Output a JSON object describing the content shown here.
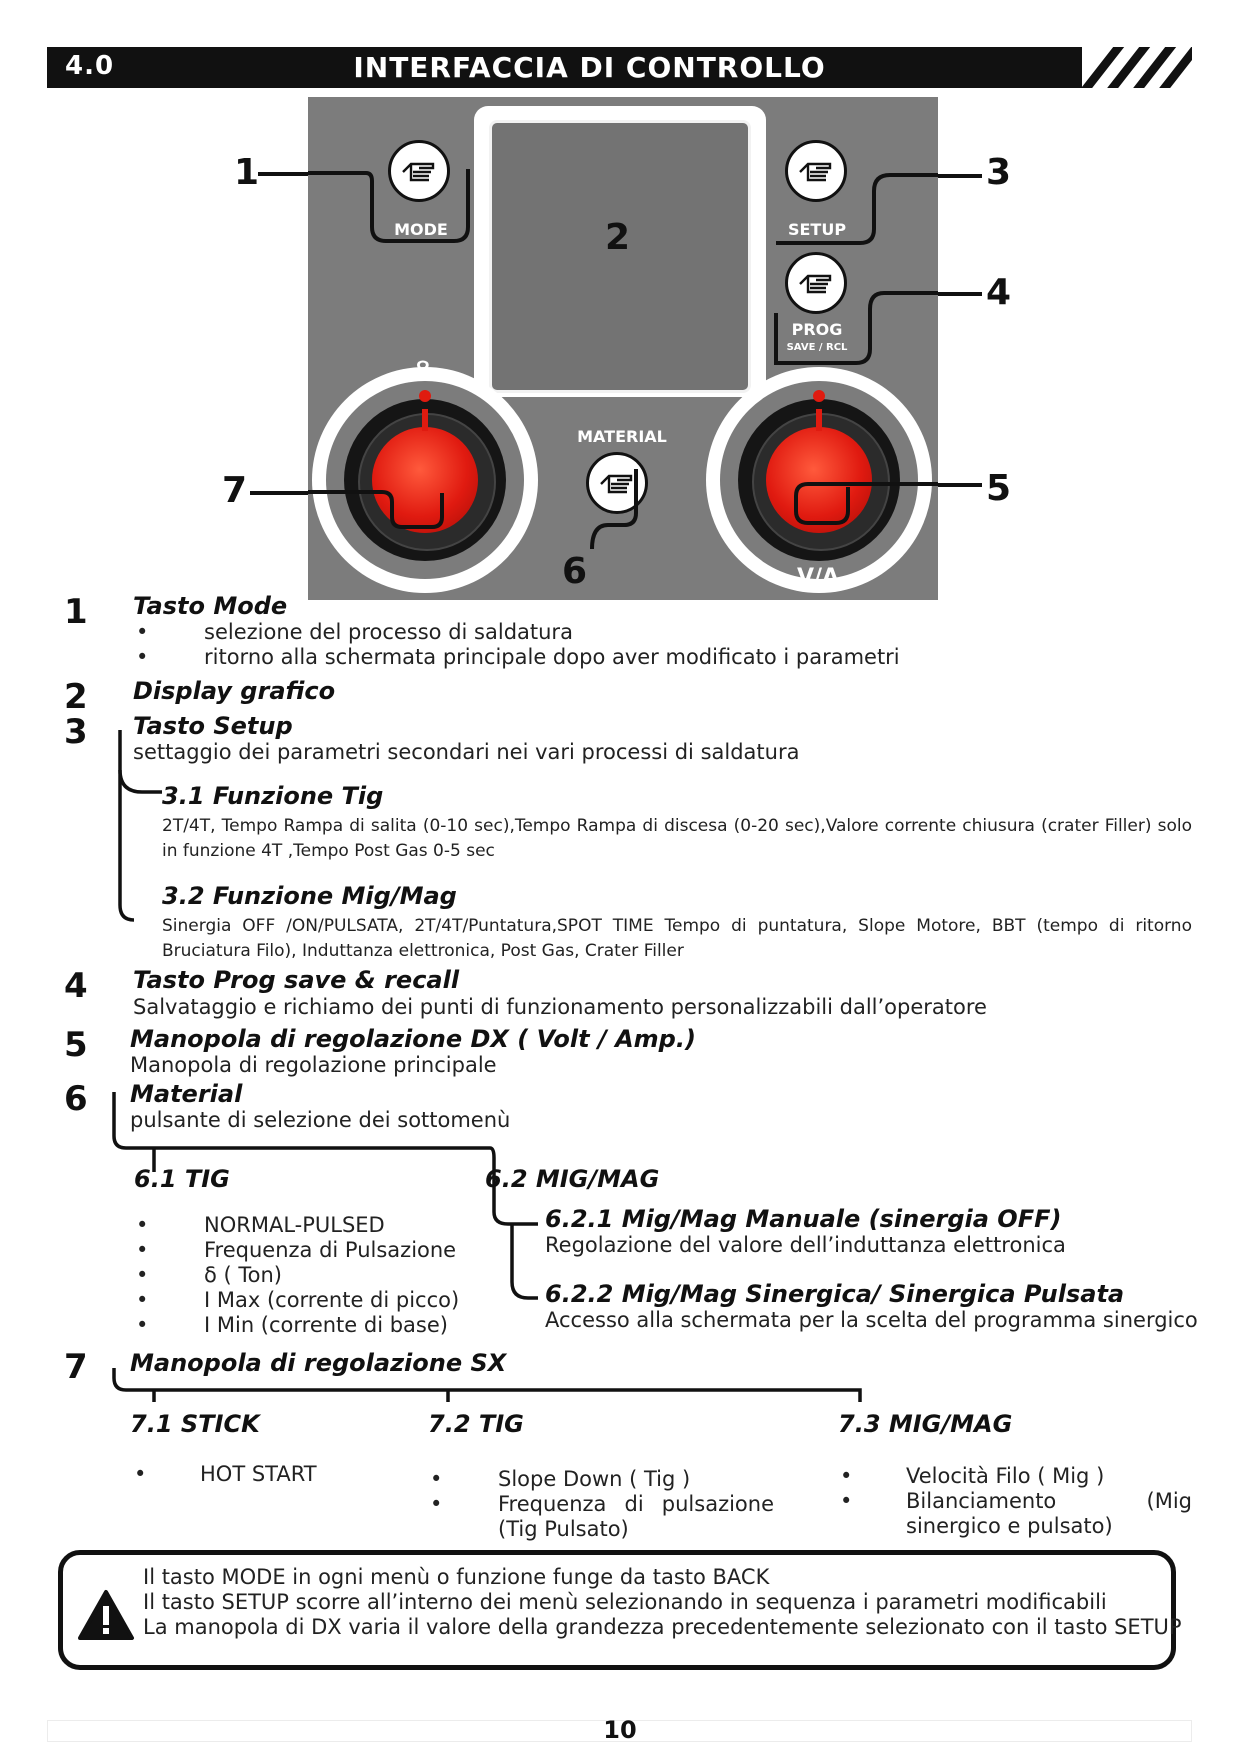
{
  "header": {
    "section_number": "4.0",
    "title": "INTERFACCIA DI CONTROLLO"
  },
  "panel": {
    "mode_label": "MODE",
    "setup_label": "SETUP",
    "prog_label": "PROG",
    "prog_sub_label": "SAVE / RCL",
    "material_label": "MATERIAL",
    "right_knob_label": "V/A",
    "left_knob_symbol": "∞",
    "callouts": [
      "1",
      "2",
      "3",
      "4",
      "5",
      "6",
      "7"
    ]
  },
  "items": {
    "i1": {
      "num": "1",
      "title": "Tasto Mode",
      "bullets": [
        "selezione del processo di saldatura",
        "ritorno alla schermata principale dopo aver modificato i parametri"
      ]
    },
    "i2": {
      "num": "2",
      "title": "Display grafico"
    },
    "i3": {
      "num": "3",
      "title": "Tasto Setup",
      "desc": "settaggio dei parametri secondari nei vari processi di saldatura",
      "sub1_title": "3.1 Funzione Tig",
      "sub1_text": "2T/4T,   Tempo Rampa di salita (0-10 sec),Tempo Rampa di discesa (0-20 sec),Valore corrente chiusura (crater Filler) solo in funzione 4T ,Tempo Post Gas 0-5 sec",
      "sub2_title": "3.2 Funzione Mig/Mag",
      "sub2_text": "Sinergia OFF /ON/PULSATA, 2T/4T/Puntatura,SPOT TIME Tempo di puntatura, Slope Motore, BBT (tempo di ritorno Bruciatura Filo), Induttanza elettronica, Post Gas, Crater Filler"
    },
    "i4": {
      "num": "4",
      "title": "Tasto Prog save & recall",
      "desc": "Salvataggio e richiamo dei punti di funzionamento personalizzabili dall’operatore"
    },
    "i5": {
      "num": "5",
      "title": "Manopola di regolazione DX  ( Volt / Amp.)",
      "desc": "Manopola di regolazione principale"
    },
    "i6": {
      "num": "6",
      "title": "Material",
      "desc": "pulsante di selezione dei sottomenù",
      "tig_title": "6.1 TIG",
      "tig_bullets": [
        "NORMAL-PULSED",
        "Frequenza di Pulsazione",
        "δ ( Ton)",
        "I Max (corrente di picco)",
        "I Min (corrente di base)"
      ],
      "mig_title": "6.2 MIG/MAG",
      "mig1_title": "6.2.1 Mig/Mag Manuale (sinergia OFF)",
      "mig1_desc": "Regolazione del valore dell’induttanza elettronica",
      "mig2_title": "6.2.2 Mig/Mag Sinergica/ Sinergica Pulsata",
      "mig2_desc": "Accesso alla schermata per la scelta del programma sinergico"
    },
    "i7": {
      "num": "7",
      "title": "Manopola di regolazione SX",
      "stick_title": "7.1 STICK",
      "stick_bullets": [
        "HOT START"
      ],
      "tig_title": "7.2 TIG",
      "tig_bullets": [
        "Slope Down ( Tig )",
        "Frequenza di pulsazione (Tig Pulsato)"
      ],
      "mig_title": "7.3 MIG/MAG",
      "mig_bullets": [
        "Velocità Filo ( Mig )",
        "Bilanciamento (Mig sinergico e pulsato)"
      ]
    }
  },
  "warning": {
    "lines": [
      "Il tasto MODE in ogni menù o funzione funge da tasto BACK",
      "Il tasto SETUP scorre all’interno dei menù selezionando in sequenza i parametri modificabili",
      "La manopola di DX varia il valore della grandezza precedentemente selezionato con il tasto SETUP"
    ]
  },
  "footer": {
    "page_number": "10"
  }
}
